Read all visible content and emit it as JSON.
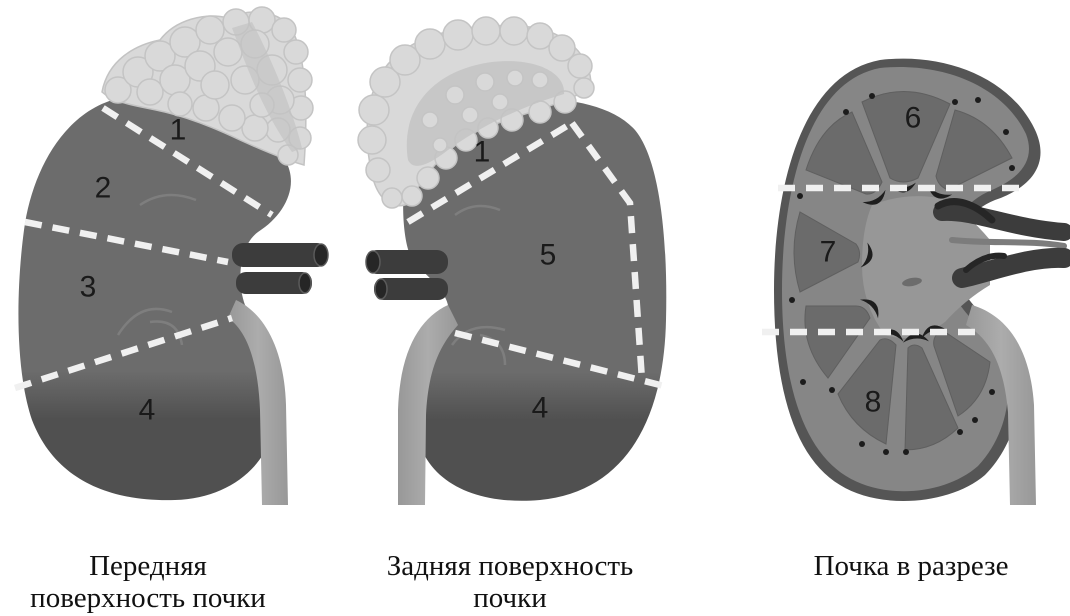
{
  "panels": [
    {
      "segment_labels": [
        "1",
        "2",
        "3",
        "4"
      ],
      "caption_lines": [
        "Передняя",
        "поверхность почки"
      ]
    },
    {
      "segment_labels": [
        "1",
        "5",
        "4"
      ],
      "caption_lines": [
        "Задняя поверхность",
        "почки"
      ]
    },
    {
      "segment_labels": [
        "6",
        "7",
        "8"
      ],
      "caption_lines": [
        "Почка в разрезе"
      ]
    }
  ],
  "colors": {
    "kidney": "#6c6c6c",
    "kidney_shadow": "#505050",
    "adrenal": "#d9d9d9",
    "vessel": "#3c3c3c",
    "ureter": "#acacac",
    "cortex": "#868686",
    "pyramid": "#6b6b6b",
    "segment_boundary": "#f0f0f0",
    "label_text": "#1a1a1a"
  }
}
